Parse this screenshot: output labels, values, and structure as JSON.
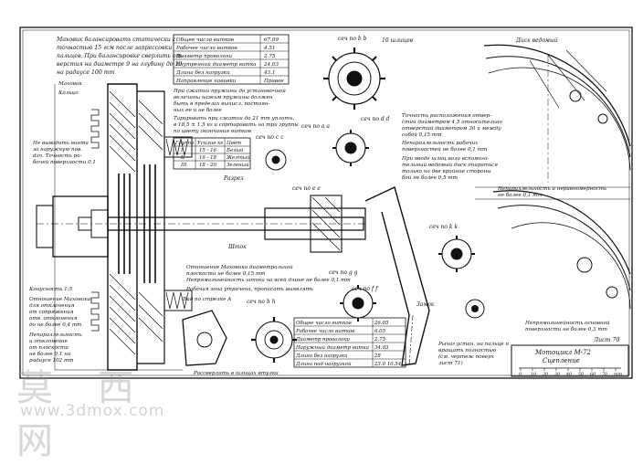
{
  "notes": {
    "top_left": [
      "Маховик балансировать статически с",
      "точностью 15 гсм после запрессовки",
      "пальцев. При балансировке сверлить от-",
      "верстия на диаметре 9 на глубину до 10",
      "на радиусе 100 mm"
    ],
    "flywheel_label": "Маховик",
    "ring_label": "Кольцо",
    "left_mid": [
      "Не выводить винта",
      "за наружную пов.",
      "dзч. Точность ра-",
      "бочей поверхности 0,1"
    ],
    "lower_left_1": "Конусность 1:5",
    "lower_left_2": [
      "Отношение Маховика",
      "для отклонения",
      "от сопряжения",
      "отв. отклонения",
      "до не более 0,4 mm"
    ],
    "lower_left_3": [
      "Непараллельность",
      "и отклонение",
      "от плоскости",
      "не более 0,1 на",
      "радиусе 102 mm"
    ],
    "top_mid": [
      "При сжатии пружины до установочной",
      "величины нажим пружины должен",
      "быть в пределах вычисл. постоян-",
      "ных ее и не более"
    ],
    "tarirovka": [
      "Тарировать при сжатии до 21 mm уплотн.",
      "в 18,5 ± 1,5 кг и сортировать на три группы",
      "по цвету окончания витков"
    ],
    "mid_center": [
      "Отношение Маховика диаметральной",
      "плоскости не более 0,15 mm",
      "Непрямолинейность штока на всей длине не более 0,1 mm",
      "Рабочая зона утрачена, прописать выявлять"
    ],
    "right_top": [
      "Диск ведомый"
    ],
    "right_notes": [
      "Точность расположения отвер-",
      "стий диаметром 4,5 относительно",
      "отверстий диаметром 30 и между",
      "собой 0,15 mm",
      "Непараллельность рабочих",
      "поверхностей не более 0,1 mm",
      "При вводе шлиц вала вспомога-",
      "тельный ведомый диск опираться",
      "только на две крайние стороны",
      "бой не более 0,5 mm"
    ],
    "right_low": [
      "Непараллельность и неравномерность",
      "не более 0,1 mm",
      "Непрямолинейность основной",
      "поверхности не более 0,3 mm"
    ],
    "crank_notes": [
      "Рычаг устан. на пальце и",
      "вращать полностью",
      "(см. чертеж поверх",
      "лист 71)"
    ],
    "view_a": "Вид по стрелке А",
    "sleeve": "Рассверлить в шлицах втулки"
  },
  "table_spring1": {
    "rows": [
      [
        "Общее число витков",
        "67.09"
      ],
      [
        "Рабочее число витков",
        "4.51"
      ],
      [
        "Диаметр проволоки",
        "2.75"
      ],
      [
        "Внутренний диаметр витка",
        "24.03"
      ],
      [
        "Длина без нагрузки",
        "43.1"
      ],
      [
        "Направление навивки",
        "Правое"
      ]
    ]
  },
  "table_groups": {
    "header": [
      "Группа",
      "Усилие кг",
      "Цвет"
    ],
    "rows": [
      [
        "I",
        "15 - 16",
        "Белый"
      ],
      [
        "II",
        "16 - 18",
        "Желтый"
      ],
      [
        "III",
        "18 - 20",
        "Зеленый"
      ]
    ]
  },
  "table_spring2": {
    "rows": [
      [
        "Общее число витков",
        "26.05"
      ],
      [
        "Рабочее число витков",
        "6.05"
      ],
      [
        "Диаметр проволоки",
        "2.75"
      ],
      [
        "Наружный диаметр витка",
        "34.03"
      ],
      [
        "Длина без нагрузки",
        "28"
      ],
      [
        "Длина под нагрузкой",
        "23.0 10.54"
      ]
    ]
  },
  "sections": [
    "сеч по b b",
    "сеч по а а",
    "сеч по с с",
    "сеч по d d",
    "сеч по е е",
    "сеч по f f",
    "сеч по g g",
    "сеч по h h",
    "сеч по k k"
  ],
  "labels": {
    "splines": "10 шлицев",
    "detail_shtok": "Шток",
    "zamok": "Замок",
    "list": "Лист 70",
    "razrez": "Разрез"
  },
  "title_block": {
    "name": "Мотоцикл М-72",
    "subtitle": "Сцепление",
    "scale_ticks": [
      "0",
      "10",
      "20",
      "30",
      "40",
      "50",
      "60",
      "70",
      "mm"
    ]
  },
  "watermark": {
    "cn": "莫 西 网",
    "url": "www.3dmox.com"
  }
}
